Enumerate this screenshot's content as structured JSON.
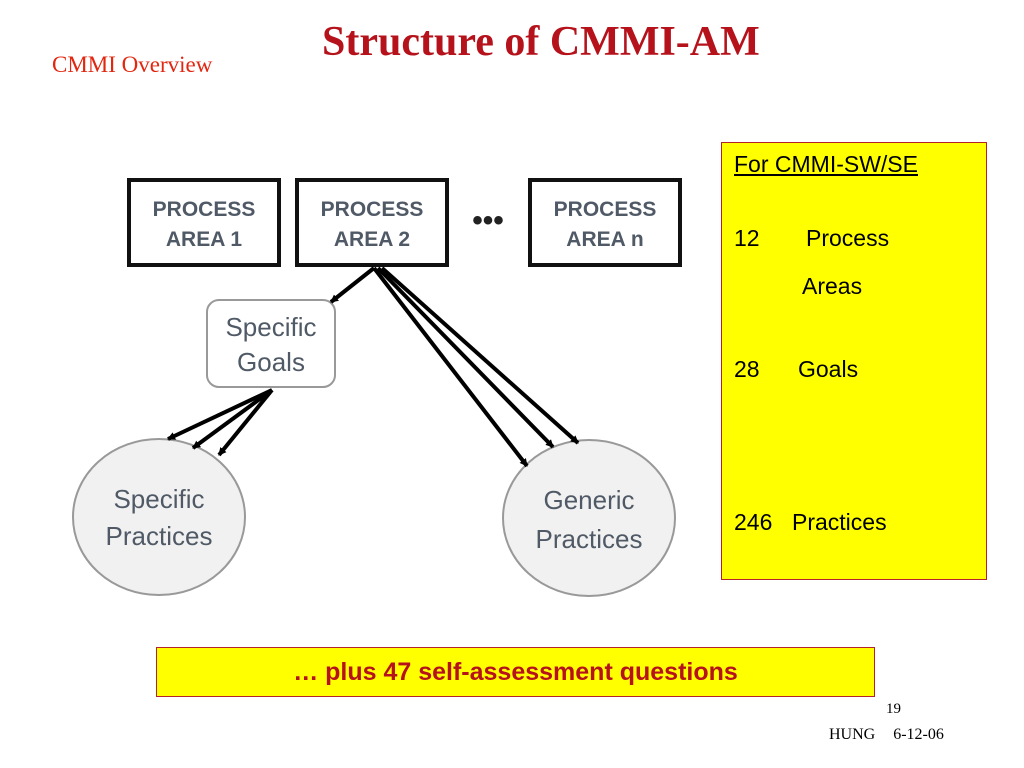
{
  "slide": {
    "section": "CMMI Overview",
    "title": "Structure of CMMI-AM"
  },
  "diagram": {
    "process_areas": [
      {
        "line1": "PROCESS",
        "line2": "AREA 1"
      },
      {
        "line1": "PROCESS",
        "line2": "AREA 2"
      },
      {
        "line1": "PROCESS",
        "line2": "AREA n"
      }
    ],
    "ellipsis": "•••",
    "specific_goals": {
      "line1": "Specific",
      "line2": "Goals"
    },
    "specific_practices": {
      "line1": "Specific",
      "line2": "Practices"
    },
    "generic_practices": {
      "line1": "Generic",
      "line2": "Practices"
    }
  },
  "stats": {
    "heading": "For CMMI-SW/SE",
    "items": [
      {
        "number": "12",
        "label": "Process",
        "label_cont": "Areas"
      },
      {
        "number": "28",
        "label": "Goals"
      },
      {
        "number": "246",
        "label": "Practices"
      }
    ]
  },
  "callout": "… plus 47 self-assessment questions",
  "footer": {
    "page_number": "19",
    "author": "HUNG",
    "date": "6-12-06"
  },
  "colors": {
    "title": "#b5121b",
    "section": "#e2260f",
    "highlight": "#ffff00",
    "box_border": "#b4232a",
    "diagram_text": "#505a66"
  }
}
